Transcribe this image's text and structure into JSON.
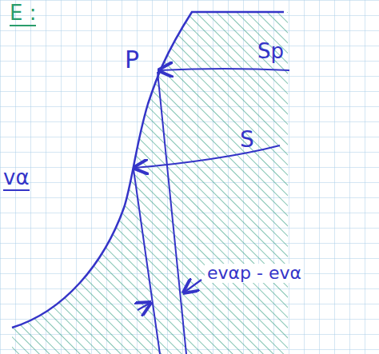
{
  "diagram": {
    "labels": [
      "E :",
      "P",
      "Sp",
      "S",
      "vα",
      "evαp - evα"
    ]
  }
}
